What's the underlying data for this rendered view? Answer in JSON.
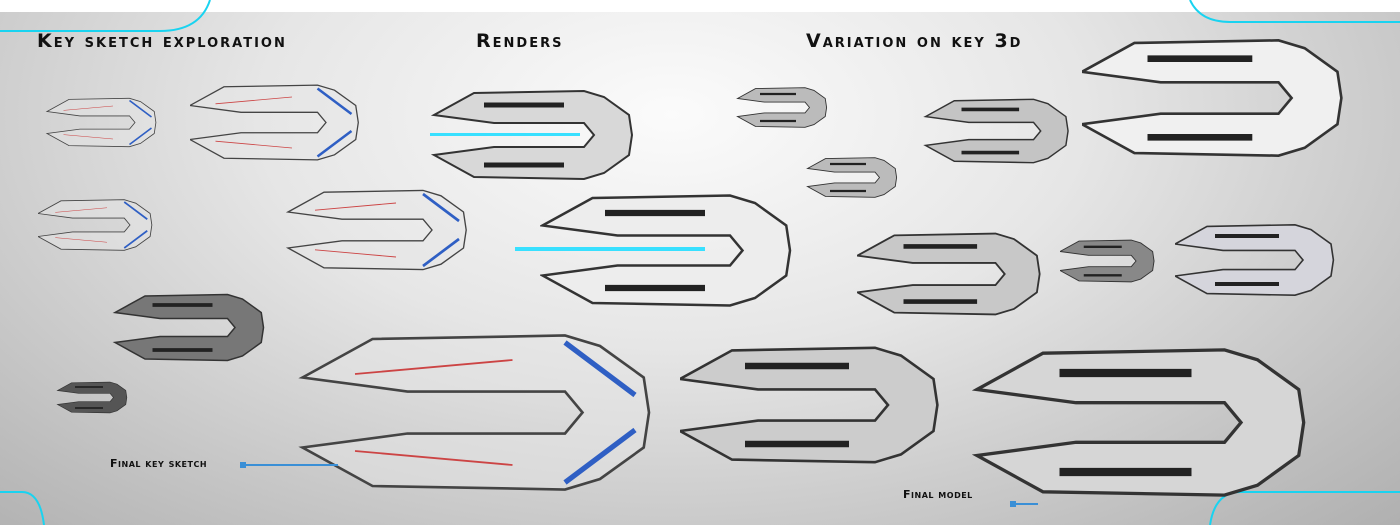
{
  "headings": {
    "sketch": "Key sketch exploration",
    "renders": "Renders",
    "variation": "Variation on key 3D"
  },
  "callouts": {
    "final_sketch": "Final key sketch",
    "final_model": "Final model"
  },
  "colors": {
    "accent": "#19d3f0",
    "leader": "#3a8fd6",
    "glow": "#38e0ff",
    "orange": "#f06a1a"
  }
}
